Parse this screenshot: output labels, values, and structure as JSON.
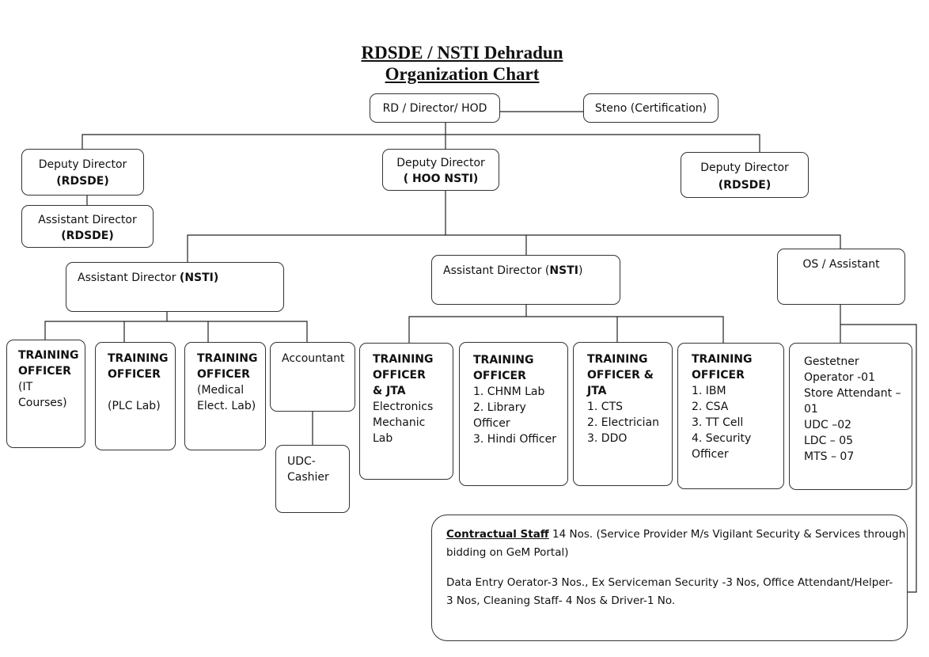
{
  "title": {
    "line1": "RDSDE / NSTI Dehradun",
    "line2": "Organization Chart"
  },
  "nodes": {
    "rd_director": "RD / Director/ HOD",
    "steno": "Steno (Certification)",
    "dd_rdsde_left": {
      "line1": "Deputy Director",
      "line2": "(RDSDE)"
    },
    "dd_hoo": {
      "line1": "Deputy Director",
      "line2": "( HOO NSTI)"
    },
    "dd_rdsde_right": {
      "line1": "Deputy Director",
      "line2": "(RDSDE)"
    },
    "ad_rdsde": {
      "line1": "Assistant Director",
      "line2": "(RDSDE)"
    },
    "ad_nsti_left": {
      "text": "Assistant Director ",
      "bold": "(NSTI)"
    },
    "ad_nsti_mid": {
      "text": "Assistant Director (",
      "bold": "NSTI",
      "after": ")"
    },
    "os_assistant": "OS / Assistant",
    "to_it": {
      "title1": "TRAINING",
      "title2": "OFFICER",
      "l1": "(IT",
      "l2": "Courses)"
    },
    "to_plc": {
      "title1": "TRAINING",
      "title2": "OFFICER",
      "l1": "(PLC Lab)"
    },
    "to_med": {
      "title1": "TRAINING",
      "title2": "OFFICER",
      "l1": "(Medical",
      "l2": "Elect. Lab)"
    },
    "accountant": "Accountant",
    "udc_cashier": {
      "l1": "UDC-",
      "l2": "Cashier"
    },
    "to_jta_em": {
      "t1": "TRAINING",
      "t2": "OFFICER",
      "t3": "& JTA",
      "l1": "Electronics",
      "l2": "Mechanic",
      "l3": "Lab"
    },
    "to_chnm": {
      "t1": "TRAINING",
      "t2": "OFFICER",
      "l1": "1. CHNM Lab",
      "l2": "2. Library",
      "l3": "Officer",
      "l4": "3. Hindi Officer"
    },
    "to_cts": {
      "t1": "TRAINING",
      "t2": "OFFICER &",
      "t3": "JTA",
      "l1": "1. CTS",
      "l2": "2. Electrician",
      "l3": "3. DDO"
    },
    "to_ibm": {
      "t1": "TRAINING",
      "t2": "OFFICER",
      "l1": "1. IBM",
      "l2": "2. CSA",
      "l3": "3. TT Cell",
      "l4": "4. Security",
      "l5": "Officer"
    },
    "staff": {
      "l1": "Gestetner",
      "l2": "Operator -01",
      "l3": "Store Attendant –",
      "l4": "01",
      "l5": "UDC –02",
      "l6": "LDC – 05",
      "l7": "MTS – 07"
    },
    "contractual": {
      "heading": "Contractual Staff",
      "p1a": " 14 Nos. (Service Provider M/s Vigilant Security & Services through",
      "p1b": "bidding on GeM Portal)",
      "p2a": "Data Entry Oerator-3 Nos., Ex Serviceman Security -3 Nos, Office Attendant/Helper-",
      "p2b": "3 Nos, Cleaning Staff- 4 Nos & Driver-1 No."
    }
  }
}
